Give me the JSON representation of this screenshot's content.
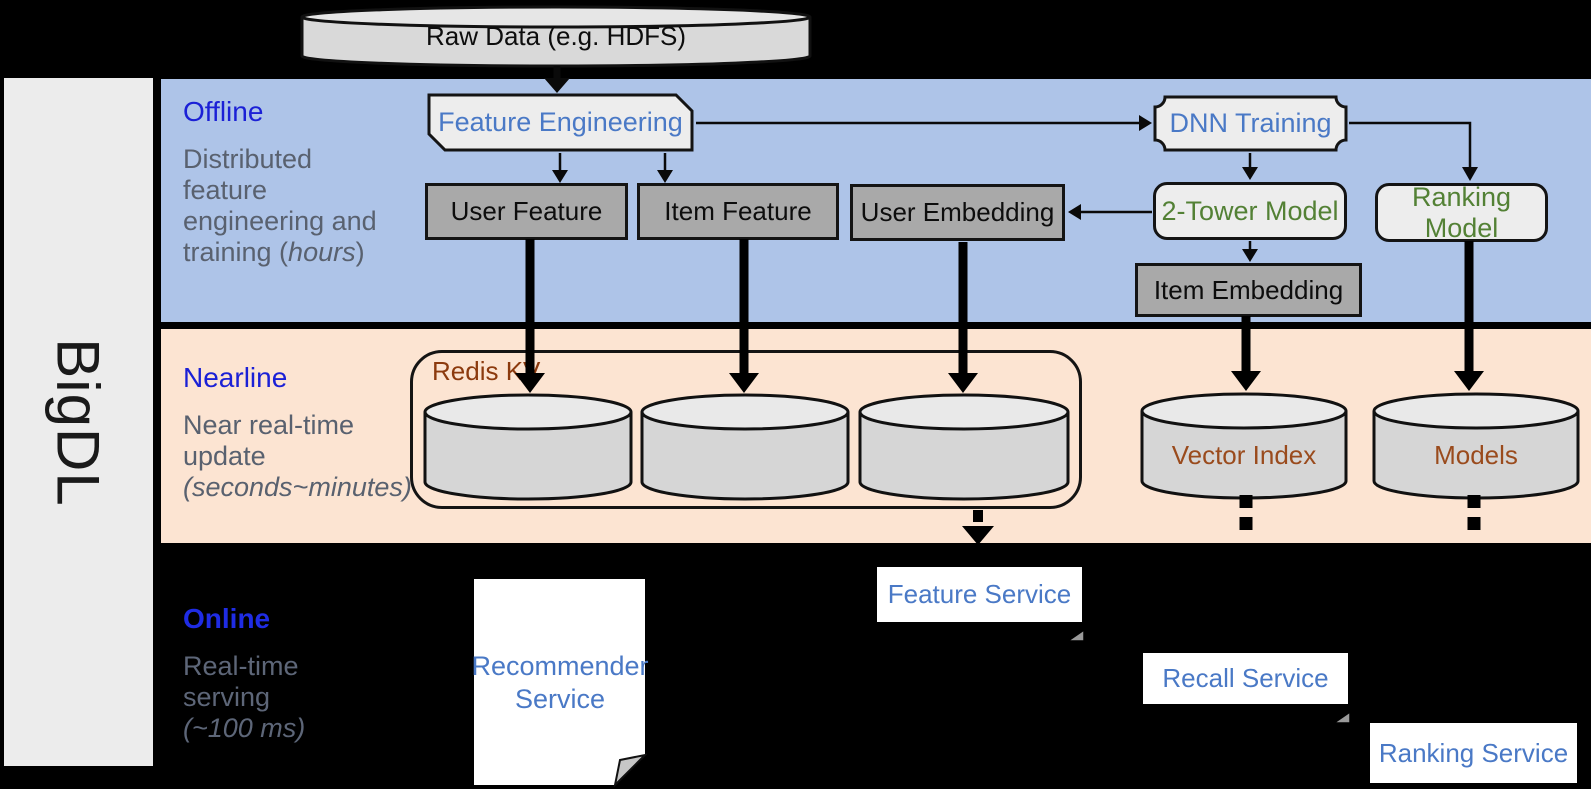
{
  "brand": {
    "name": "BigDL"
  },
  "raw_data": {
    "label": "Raw Data (e.g. HDFS)"
  },
  "offline": {
    "title": "Offline",
    "desc_lines": [
      "Distributed",
      "feature",
      "engineering and"
    ],
    "desc_tail": "training (",
    "desc_tail_italic": "hours",
    "desc_tail_close": ")",
    "feature_engineering": "Feature Engineering",
    "user_feature": "User Feature",
    "item_feature": "Item Feature",
    "user_embedding": "User Embedding",
    "dnn_training": "DNN Training",
    "two_tower_model": "2-Tower Model",
    "ranking_model": "Ranking Model",
    "item_embedding": "Item Embedding"
  },
  "nearline": {
    "title": "Nearline",
    "desc_lines": [
      "Near real-time",
      "update"
    ],
    "desc_italic": "(seconds~minutes)",
    "redis_group": "Redis KV",
    "vector_index": "Vector Index",
    "models": "Models"
  },
  "online": {
    "title": "Online",
    "desc_lines": [
      "Real-time",
      "serving"
    ],
    "desc_italic": "(~100 ms)",
    "recommender_service": [
      "Recommender",
      "Service"
    ],
    "feature_service": "Feature Service",
    "recall_service": "Recall Service",
    "ranking_service": "Ranking Service"
  },
  "colors": {
    "offline_band": "#aec4e8",
    "nearline_band": "#fce4d2",
    "online_background": "#000000",
    "section_title_blue": "#1b20d6",
    "node_text_blue": "#4a79c6",
    "node_text_green": "#538135",
    "store_text_brown": "#9a4b1d",
    "redis_label_brown": "#8c3a0e",
    "gray_box": "#a9a9a9",
    "light_box": "#ededed",
    "cylinder_fill": "#d6d6d6",
    "sidebar_fill": "#ececec",
    "description_gray": "#59616f"
  }
}
